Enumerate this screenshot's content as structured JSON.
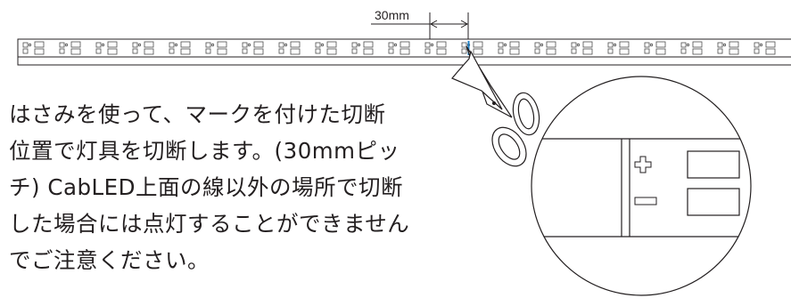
{
  "dimension": {
    "label": "30mm"
  },
  "instructions": {
    "lines": [
      "はさみを使って、マークを付けた切断",
      "位置で灯具を切断します。(30mmピッ",
      "チ) CabLED上面の線以外の場所で切断",
      "した場合には点灯することができません",
      "でご注意ください。"
    ]
  },
  "colors": {
    "line": "#231f20",
    "accent": "#1e7fc4"
  },
  "icons": [
    "scissors-icon",
    "plus-icon",
    "minus-icon"
  ]
}
